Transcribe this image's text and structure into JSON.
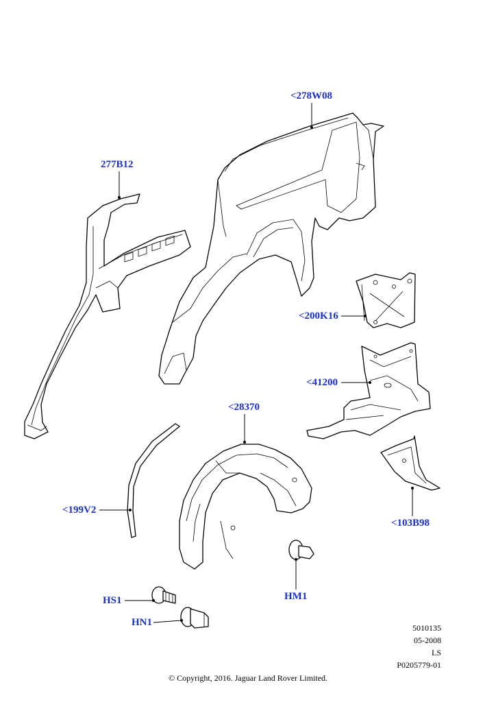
{
  "labels": {
    "l_278W08": "<278W08",
    "l_277B12": "277B12",
    "l_200K16": "<200K16",
    "l_41200": "<41200",
    "l_28370": "<28370",
    "l_199V2": "<199V2",
    "l_103B98": "<103B98",
    "l_HS1": "HS1",
    "l_HM1": "HM1",
    "l_HN1": "HN1"
  },
  "meta": {
    "line1": "5010135",
    "line2": "05-2008",
    "line3": "LS",
    "line4": "P0205779-01"
  },
  "copyright": "© Copyright, 2016. Jaguar Land Rover Limited.",
  "colors": {
    "label": "#1a2fc8",
    "line": "#000000"
  }
}
